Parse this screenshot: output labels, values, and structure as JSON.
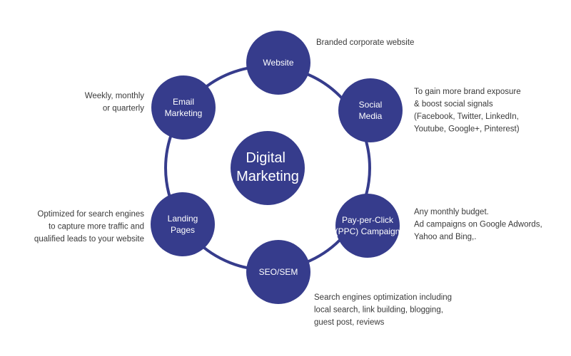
{
  "colors": {
    "accent": "#363c8c",
    "node_text": "#ffffff",
    "note_text": "#3a3a3a",
    "background": "#ffffff"
  },
  "center": {
    "lines": [
      "Digital",
      "Marketing"
    ]
  },
  "nodes": [
    {
      "id": "website",
      "lines": [
        "Website"
      ],
      "note": [
        "Branded corporate website"
      ]
    },
    {
      "id": "social-media",
      "lines": [
        "Social",
        "Media"
      ],
      "note": [
        "To gain more brand exposure",
        "& boost social signals",
        "(Facebook, Twitter, LinkedIn,",
        "Youtube, Google+, Pinterest)"
      ]
    },
    {
      "id": "ppc",
      "lines": [
        "Pay-per-Click",
        "(PPC) Campaign"
      ],
      "note": [
        "Any monthly budget.",
        "Ad campaigns on Google Adwords,",
        "Yahoo and Bing,."
      ]
    },
    {
      "id": "seo-sem",
      "lines": [
        "SEO/SEM"
      ],
      "note": [
        "Search engines optimization including",
        "local search, link building, blogging,",
        "guest post, reviews"
      ]
    },
    {
      "id": "landing-pages",
      "lines": [
        "Landing",
        "Pages"
      ],
      "note": [
        "Optimized for search engines",
        "to capture more traffic and",
        "qualified leads to your website"
      ]
    },
    {
      "id": "email-marketing",
      "lines": [
        "Email",
        "Marketing"
      ],
      "note": [
        "Weekly, monthly",
        "or quarterly"
      ]
    }
  ]
}
